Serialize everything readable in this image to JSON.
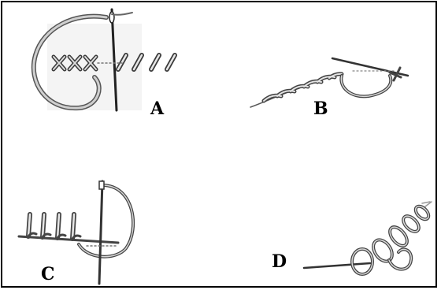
{
  "figure": {
    "panels": [
      {
        "id": "A",
        "label": "A",
        "illustration": "cross-stitch-icon"
      },
      {
        "id": "B",
        "label": "B",
        "illustration": "stem-stitch-icon"
      },
      {
        "id": "C",
        "label": "C",
        "illustration": "blanket-stitch-icon"
      },
      {
        "id": "D",
        "label": "D",
        "illustration": "chain-stitch-icon"
      }
    ]
  },
  "colors": {
    "ink": "#2a2a2a",
    "shade": "#9a9a9a",
    "border": "#000000",
    "background": "#ffffff"
  }
}
